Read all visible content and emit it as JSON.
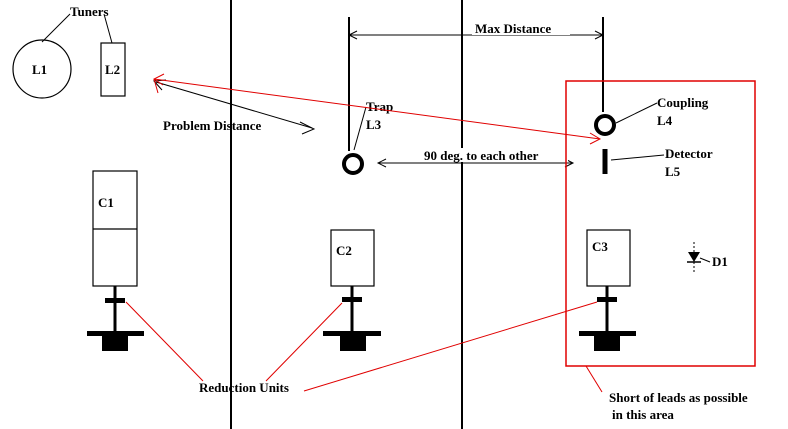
{
  "labels": {
    "tuners": "Tuners",
    "l1": "L1",
    "l2": "L2",
    "problem_distance": "Problem Distance",
    "trap": "Trap",
    "l3": "L3",
    "max_distance": "Max Distance",
    "coupling": "Coupling",
    "l4": "L4",
    "ninety_deg": "90 deg. to each other",
    "detector": "Detector",
    "l5": "L5",
    "c1": "C1",
    "c2": "C2",
    "c3": "C3",
    "d1": "D1",
    "reduction_units": "Reduction Units",
    "short_leads_line1": "Short of leads as possible",
    "short_leads_line2": "in this area"
  },
  "colors": {
    "ink": "#000000",
    "annotation": "#e00000",
    "background": "#ffffff"
  }
}
